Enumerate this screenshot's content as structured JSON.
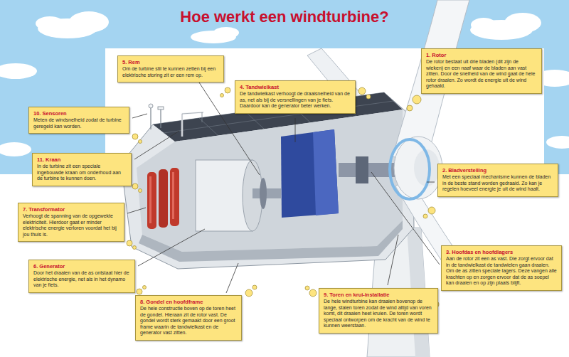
{
  "diagram": {
    "title": "Hoe werkt een windturbine?",
    "nodes": [
      {
        "text": [
          "5. Rem",
          "Om de turbine stil te kunnen zetten bij een elektrische storing zit er een rem op."
        ]
      },
      {
        "text": [
          "4. Tandwielkast",
          "De tandwielkast verhoogt de draaisnelheid van de as, net als bij de versnellingen van je fiets. Daardoor kan de generator beter werken."
        ]
      },
      {
        "text": [
          "1. Rotor",
          "De rotor bestaat uit drie bladen (dit zijn de wieken) en een naaf waar de bladen aan vast zitten. Door de snelheid van de wind gaat de hele rotor draaien. Zo wordt de energie uit de wind gehaald."
        ]
      },
      {
        "text": [
          "10. Sensoren",
          "Meten de windsnelheid zodat de turbine geregeld kan worden."
        ]
      },
      {
        "text": [
          "11. Kraan",
          "In de turbine zit een speciale ingebouwde kraan om onderhoud aan de turbine te kunnen doen."
        ]
      },
      {
        "text": [
          "2. Bladverstelling",
          "Met een speciaal mechanisme kunnen de bladen in de beste stand worden gedraaid. Zo kan je regelen hoeveel energie je uit de wind haalt."
        ]
      },
      {
        "text": [
          "7. Transformator",
          "Verhoogt de spanning van de opgewekte elektriciteit. Hierdoor gaat er minder elektrische energie verloren voordat het bij jou thuis is."
        ]
      },
      {
        "text": [
          "3. Hoofdas en hoofdlagers",
          "Aan de rotor zit een as vast. Die zorgt ervoor dat in de tandwielkast de tandwielen gaan draaien. Om de as zitten speciale lagers. Deze vangen alle krachten op en zorgen ervoor dat de as soepel kan draaien en op zijn plaats blijft."
        ]
      },
      {
        "text": [
          "6. Generator",
          "Door het draaien van de as ontstaat hier de elektrische energie, net als in het dynamo van je fiets."
        ]
      },
      {
        "text": [
          "8. Gondel en hoofdframe",
          "De hele constructie boven op de toren heet de gondel. Hieraan zit de rotor vast. De gondel wordt sterk gemaakt door een groot frame waarin de tandwielkast en de generator vast zitten."
        ]
      },
      {
        "text": [
          "9. Toren en krui-installatie",
          "De hele windturbine kan draaien bovenop de lange, stalen toren zodat de wind altijd van voren komt, dit draaien heet kruien. De toren wordt speciaal ontworpen om de kracht van de wind te kunnen weerstaan."
        ]
      }
    ]
  }
}
